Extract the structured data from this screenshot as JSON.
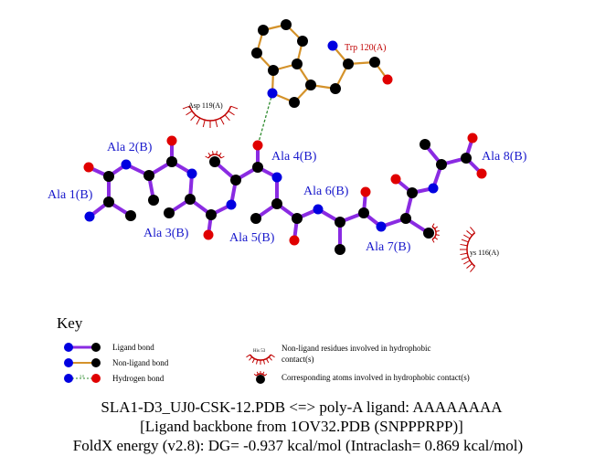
{
  "colors": {
    "ligand_bond": "#8a2be2",
    "nonligand_bond": "#d4922a",
    "hbond": "#2e8b2e",
    "nitrogen": "#0000e0",
    "oxygen": "#e00000",
    "carbon": "#000000",
    "residue_label": "#c00000",
    "ligand_label": "#1a1acc",
    "hydrophobic": "#c00000"
  },
  "diagram": {
    "ligand_labels": [
      "Ala 1(B)",
      "Ala 2(B)",
      "Ala 3(B)",
      "Ala 4(B)",
      "Ala 5(B)",
      "Ala 6(B)",
      "Ala 7(B)",
      "Ala 8(B)"
    ],
    "residue_labels": {
      "trp": "Trp 120(A)",
      "asp": "Asp 119(A)",
      "lys": "ys 116(A)"
    }
  },
  "key": {
    "title": "Key",
    "ligand_bond": "Ligand bond",
    "nonligand_bond": "Non-ligand bond",
    "hydrogen_bond": "Hydrogen bond",
    "hbond_distance": "3.0",
    "example_residue": "His 53",
    "nonligand_residues_line1": "Non-ligand residues involved in hydrophobic",
    "nonligand_residues_line2": "contact(s)",
    "corresponding_atoms": "Corresponding atoms involved in hydrophobic contact(s)"
  },
  "caption": {
    "line1": "SLA1-D3_UJ0-CSK-12.PDB <=> poly-A ligand: AAAAAAAA",
    "line2": "[Ligand backbone from 1OV32.PDB (SNPPPRPP)]",
    "line3": "FoldX energy (v2.8): DG= -0.937 kcal/mol (Intraclash= 0.869 kcal/mol)"
  }
}
